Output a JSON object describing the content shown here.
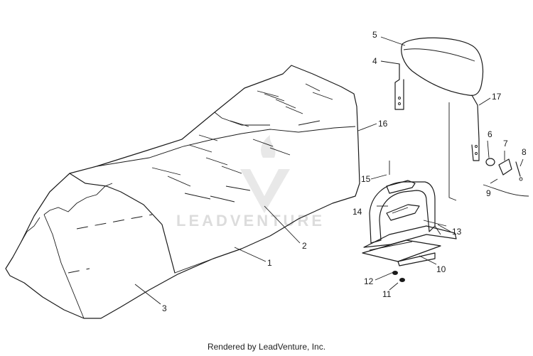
{
  "diagram": {
    "watermark": "LEADVENTURE",
    "footer": "Rendered by LeadVenture, Inc.",
    "callouts": {
      "c1": "1",
      "c2": "2",
      "c3": "3",
      "c4": "4",
      "c5": "5",
      "c6": "6",
      "c7": "7",
      "c8": "8",
      "c9": "9",
      "c10": "10",
      "c11": "11",
      "c12": "12",
      "c13": "13",
      "c14": "14",
      "c15": "15",
      "c16": "16",
      "c17": "17"
    },
    "colors": {
      "line": "#1a1a1a",
      "watermark": "#d9d9d9",
      "background": "#ffffff"
    }
  }
}
